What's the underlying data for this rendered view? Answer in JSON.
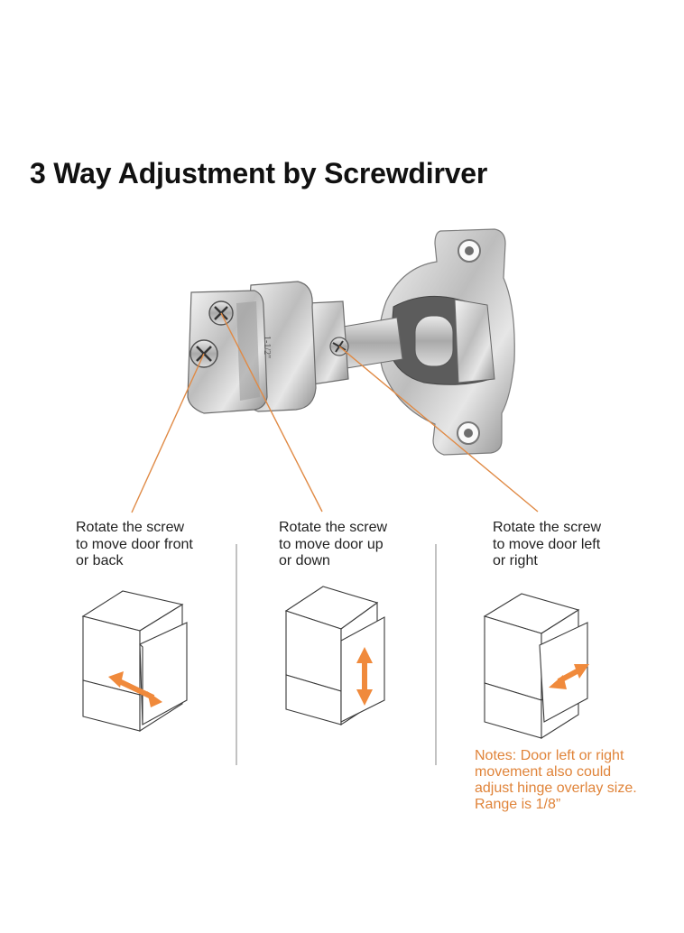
{
  "title": "3 Way Adjustment by Screwdirver",
  "hinge": {
    "engraving": "1-1/2\""
  },
  "adjustments": [
    {
      "caption": "Rotate the screw\nto move door front\nor back",
      "direction": "front-back"
    },
    {
      "caption": "Rotate the screw\nto move door  up\nor down",
      "direction": "up-down"
    },
    {
      "caption": "Rotate the screw\nto move door left\nor right",
      "direction": "left-right"
    }
  ],
  "note": "Notes: Door left or right\nmovement also could\nadjust hinge overlay size.\nRange is 1/8”",
  "colors": {
    "accent": "#f08a3c",
    "leader": "#e08a45",
    "note": "#e0843a",
    "divider": "#9a9a9a",
    "outline": "#3a3a3a"
  }
}
